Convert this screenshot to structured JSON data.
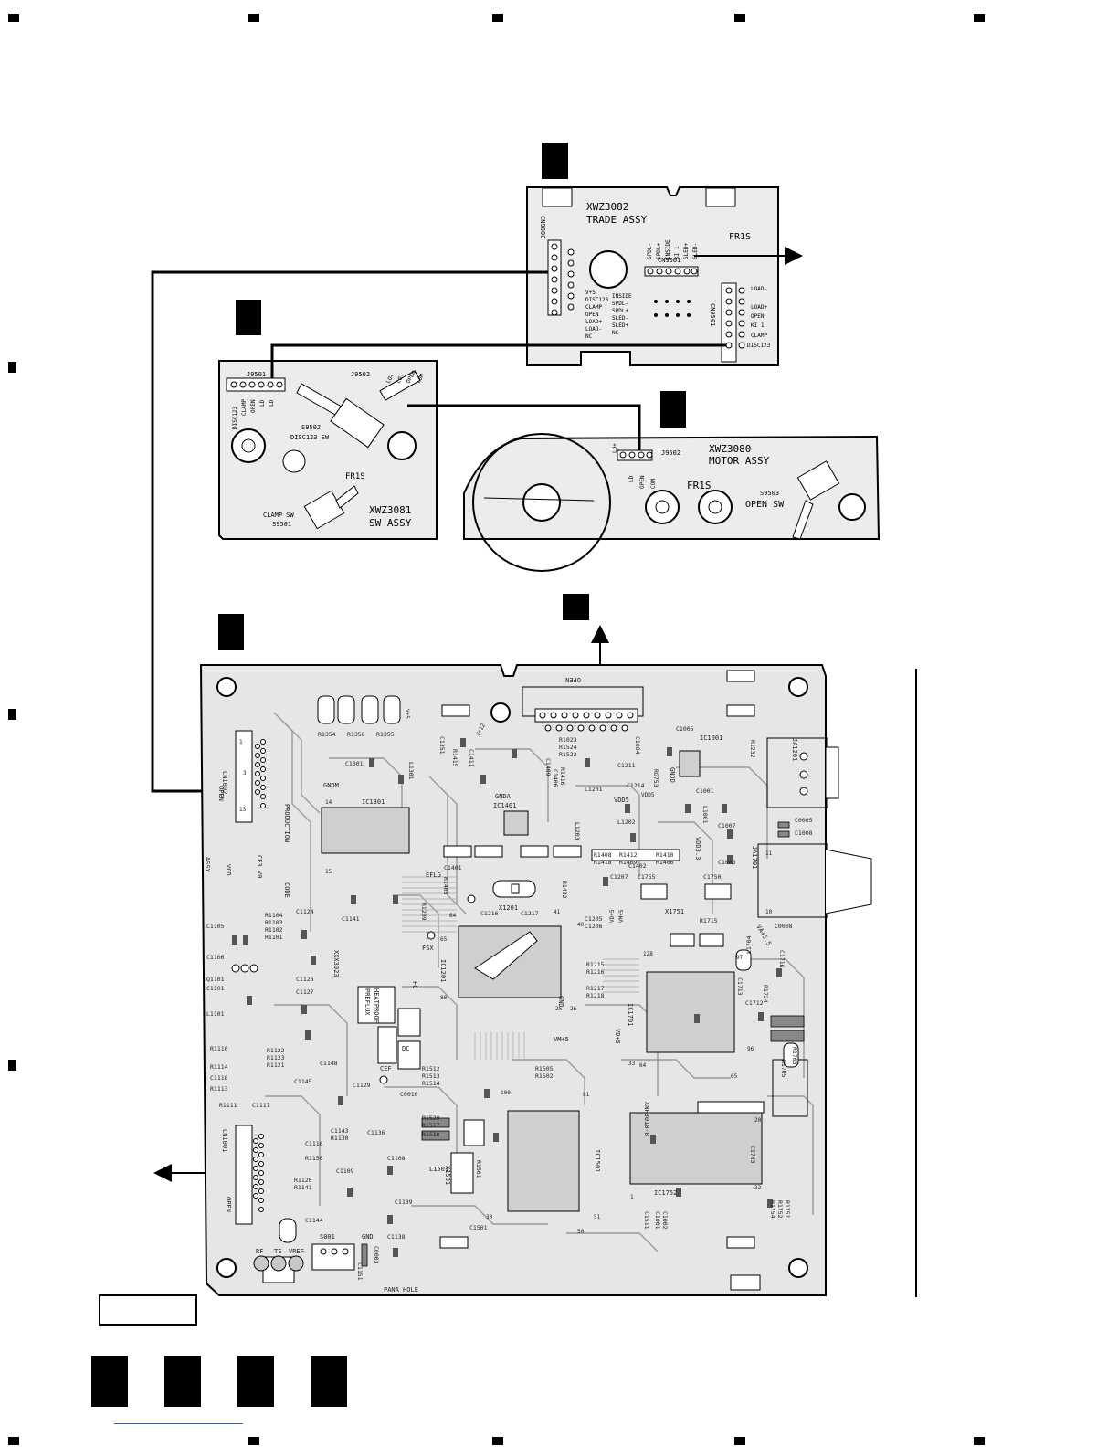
{
  "boards": {
    "trade": {
      "name": "XWZ3082",
      "assy": "TRADE ASSY",
      "fr": "FR1S",
      "cn_a": "CN9000",
      "cn_a_pins": [
        "V+5",
        "DISC123",
        "CLAMP",
        "OPEN",
        "LOAD+",
        "LOAD-",
        "NC"
      ],
      "cn_a_pins_b": [
        "INSIDE",
        "SPDL-",
        "SPDL+",
        "SLED-",
        "SLED+",
        "NC"
      ],
      "cn_b": "CN9001",
      "cn_b_pins": [
        "SPDL-",
        "SPDL+",
        "INSIDE",
        "KI 1",
        "SLED+",
        "SLED-"
      ],
      "cn_c": "CN9501",
      "cn_c_pins": [
        "LOAD-",
        "LOAD+",
        "OPEN",
        "KI 1",
        "CLAMP",
        "DISC123"
      ]
    },
    "sw": {
      "name": "XWZ3081",
      "assy": "SW ASSY",
      "fr": "FR1S",
      "j1": "J9501",
      "j1_pins": [
        "DISC123",
        "CLAMP",
        "OPEN",
        "LD",
        "LD"
      ],
      "j2": "J9502",
      "j2_pins": [
        "LO+",
        "LO-",
        "OPEN",
        "COM"
      ],
      "sw1": "S9502",
      "sw1_label": "DISC123 SW",
      "sw2_label": "CLAMP SW",
      "sw2": "S9501"
    },
    "motor": {
      "name": "XWZ3080",
      "assy": "MOTOR ASSY",
      "fr": "FR1S",
      "j": "J9502",
      "j_pins": [
        "LD+",
        "LD",
        "OPEN",
        "COM"
      ],
      "sw": "S9503",
      "sw_label": "OPEN SW"
    },
    "main": {
      "ic1201": "IC1201",
      "ic1501": "IC1501",
      "ic1301": "IC1301",
      "ic1401": "IC1401",
      "ic1701": "IC1701",
      "ic1752": "IC1752",
      "ic1001": "IC1001",
      "cn1001": "CN1001",
      "cn1002": "CN1002",
      "cn_open": "OPEN",
      "open_label": "OPEN",
      "open_label2": "OPEN",
      "ja1201": "JA1201",
      "ja1701": "JA1701",
      "pcb_id": "XNP3010-B",
      "xxx": "XXX3023",
      "prefix": "PREFLUX",
      "heatproof": "HEATPROOF",
      "production": "PRODUCTION",
      "code": "CODE",
      "assy": "ASSY",
      "vcd": "VCD",
      "cesv": "CE3 V0",
      "pana": "PANA HOLE",
      "rf": "RF",
      "te": "TE",
      "vref": "VREF",
      "gnd": "GND",
      "gndd": "GNDD",
      "gnda": "GNDA",
      "gndm": "GNDM",
      "s001": "S001",
      "vdd5": "VDD5",
      "vdd3": "VDD3.3",
      "va5": "VA+5.5",
      "vm5": "VM+5",
      "vd5": "VD+5",
      "x1201": "X1201",
      "x1751": "X1751",
      "x1501": "X1501",
      "l1501": "L1501",
      "fc": "FC",
      "dc": "DC",
      "cef": "CEF",
      "fsx": "FSX",
      "efl": "EFLG",
      "labels_left": [
        "C1105",
        "C1106",
        "Q1101",
        "C1101",
        "L1101",
        "R1110",
        "R1114",
        "C1118",
        "R1113",
        "R1111",
        "C1117"
      ],
      "labels_mid": [
        "R1104",
        "R1103",
        "R1102",
        "R1101",
        "C1124",
        "C1126",
        "C1127",
        "C1141",
        "R1122",
        "R1123",
        "R1121",
        "C1148",
        "C1129",
        "C1145",
        "C1143",
        "R1130",
        "C1116",
        "R1156",
        "C1109",
        "R1120",
        "R1141",
        "C1144",
        "C1138",
        "C1108",
        "C1139",
        "C1136",
        "C0003",
        "C1151"
      ],
      "labels_top": [
        "R1354",
        "R1356",
        "R1355",
        "C1351",
        "C1301",
        "L1301",
        "C1411",
        "R1415",
        "C1409",
        "C1406",
        "R1416",
        "R1023",
        "R1524",
        "R1522",
        "C1004",
        "C1005",
        "C1211",
        "L1201",
        "C1214",
        "RG753",
        "C1001",
        "C1007",
        "C1003",
        "L1001",
        "L1202",
        "L1203",
        "C0005",
        "C1008",
        "C0008",
        "R1232"
      ],
      "labels_center": [
        "C1401",
        "R1403",
        "R1402",
        "R1209",
        "C1216",
        "C1217",
        "C1207",
        "C1755",
        "C1750",
        "C1402",
        "R1408",
        "R1418",
        "R1412",
        "R1409",
        "R1410",
        "R1406",
        "C1205",
        "C1206",
        "R1715",
        "R1215",
        "R1216",
        "R1217",
        "R1218",
        "C1716",
        "L1704",
        "C1713",
        "C1712",
        "R1724",
        "R1703",
        "R1705"
      ],
      "labels_bottom": [
        "R1512",
        "R1513",
        "R1514",
        "C0010",
        "R1520",
        "R1517",
        "R1518",
        "R1501",
        "C1501",
        "R1505",
        "R1502",
        "C1763",
        "R1754",
        "R1752",
        "R1751",
        "C1001",
        "C1002",
        "C1511"
      ],
      "pin_numbers": [
        "1",
        "3",
        "13",
        "14",
        "15",
        "25",
        "26",
        "40",
        "41",
        "64",
        "65",
        "80",
        "81",
        "100",
        "51",
        "50",
        "30",
        "1",
        "128",
        "97",
        "96",
        "65",
        "64",
        "33",
        "32",
        "20",
        "11",
        "10"
      ],
      "rails": [
        "V+5",
        "V+12",
        "VD+5",
        "VM+5",
        "VDD5"
      ]
    }
  }
}
